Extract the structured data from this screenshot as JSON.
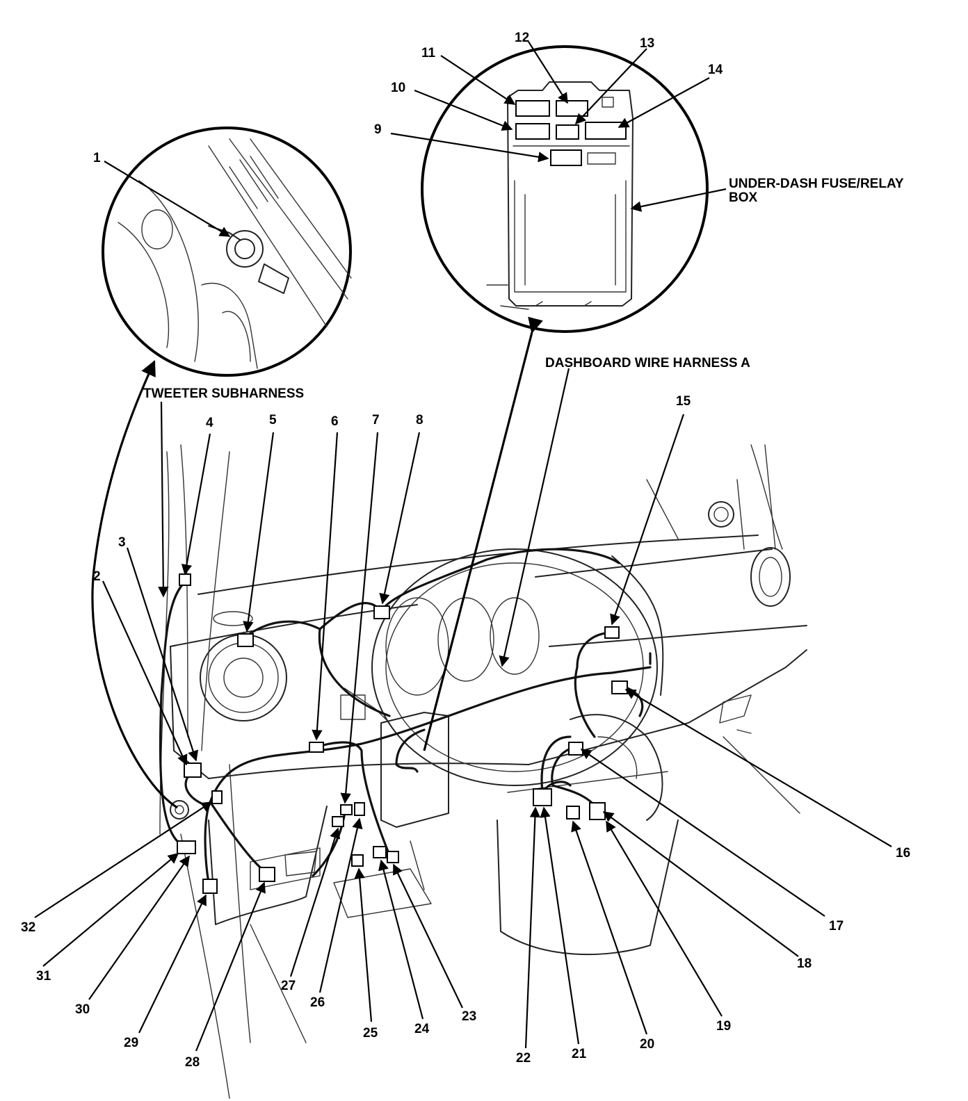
{
  "labels": {
    "under_dash_box_line1": "UNDER-DASH FUSE/RELAY",
    "under_dash_box_line2": "BOX",
    "dashboard_harness": "DASHBOARD WIRE HARNESS A",
    "tweeter_subharness": "TWEETER SUBHARNESS"
  },
  "callouts": [
    "1",
    "2",
    "3",
    "4",
    "5",
    "6",
    "7",
    "8",
    "9",
    "10",
    "11",
    "12",
    "13",
    "14",
    "15",
    "16",
    "17",
    "18",
    "19",
    "20",
    "21",
    "22",
    "23",
    "24",
    "25",
    "26",
    "27",
    "28",
    "29",
    "30",
    "31",
    "32"
  ]
}
